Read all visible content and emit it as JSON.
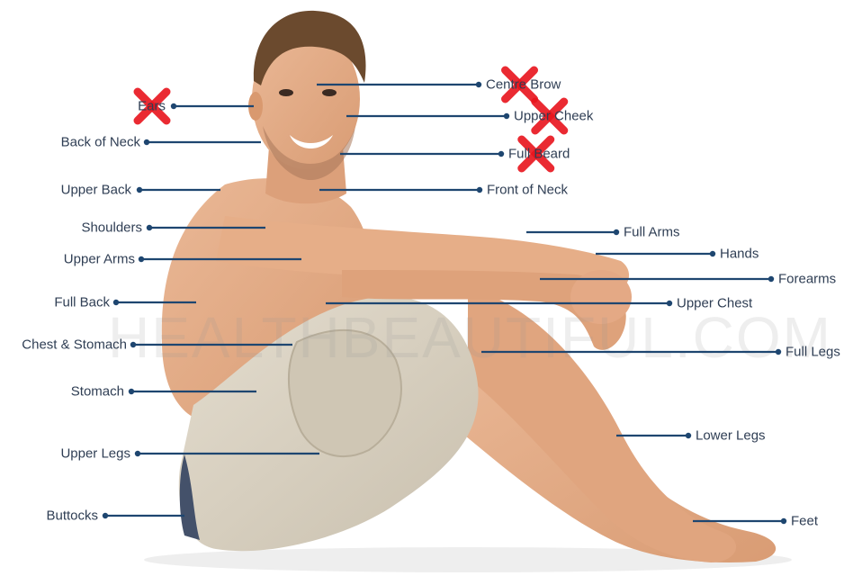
{
  "watermark": "HEALTHBEAUTIFUL.COM",
  "colors": {
    "line": "#1e4670",
    "label": "#2f3e54",
    "cross": "#e8141c",
    "skin": "#e2ae8a",
    "shorts": "#d8d0c0",
    "hair": "#6b4a2e"
  },
  "left_labels": [
    {
      "name": "ears",
      "text": "Ears",
      "excluded": true
    },
    {
      "name": "back-of-neck",
      "text": "Back of Neck",
      "excluded": false
    },
    {
      "name": "upper-back",
      "text": "Upper Back",
      "excluded": false
    },
    {
      "name": "shoulders",
      "text": "Shoulders",
      "excluded": false
    },
    {
      "name": "upper-arms",
      "text": "Upper Arms",
      "excluded": false
    },
    {
      "name": "full-back",
      "text": "Full Back",
      "excluded": false
    },
    {
      "name": "chest-and-stomach",
      "text": "Chest & Stomach",
      "excluded": false
    },
    {
      "name": "stomach",
      "text": "Stomach",
      "excluded": false
    },
    {
      "name": "upper-legs",
      "text": "Upper Legs",
      "excluded": false
    },
    {
      "name": "buttocks",
      "text": "Buttocks",
      "excluded": false
    }
  ],
  "right_labels": [
    {
      "name": "centre-brow",
      "text": "Centre Brow",
      "excluded": true
    },
    {
      "name": "upper-cheek",
      "text": "Upper Cheek",
      "excluded": true
    },
    {
      "name": "full-beard",
      "text": "Full Beard",
      "excluded": true
    },
    {
      "name": "front-of-neck",
      "text": "Front of Neck",
      "excluded": false
    },
    {
      "name": "full-arms",
      "text": "Full Arms",
      "excluded": false
    },
    {
      "name": "hands",
      "text": "Hands",
      "excluded": false
    },
    {
      "name": "forearms",
      "text": "Forearms",
      "excluded": false
    },
    {
      "name": "upper-chest",
      "text": "Upper Chest",
      "excluded": false
    },
    {
      "name": "full-legs",
      "text": "Full Legs",
      "excluded": false
    },
    {
      "name": "lower-legs",
      "text": "Lower Legs",
      "excluded": false
    },
    {
      "name": "feet",
      "text": "Feet",
      "excluded": false
    }
  ]
}
